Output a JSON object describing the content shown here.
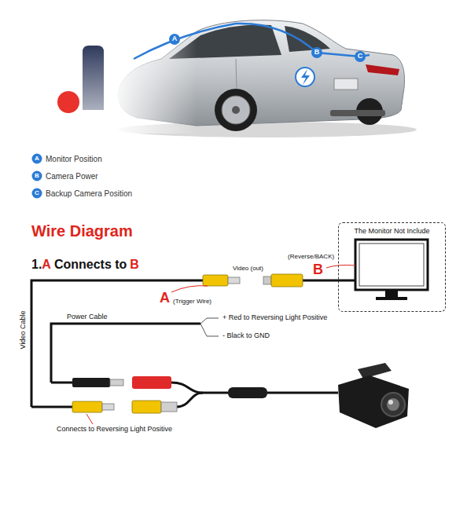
{
  "diagram": {
    "title": "Wire Diagram",
    "nodes": [
      {
        "text": [
          "The Monitor Not Include"
        ]
      }
    ],
    "labels": [
      "A",
      "B",
      "C",
      "A",
      "B",
      "C",
      "1.",
      "A",
      "Connects to",
      "B",
      "(Reverse/BACK)",
      "B",
      "Video (out)",
      "A",
      "(Trigger Wire)",
      "Power Cable",
      "+ Red to Reversing Light Positive",
      "- Black to GND",
      "Video Cable",
      "Connects to Reversing Light Positive"
    ],
    "legend": [
      {
        "text": "Monitor Position",
        "color": "#2b7bd6"
      },
      {
        "text": "Camera Power",
        "color": "#2b7bd6"
      },
      {
        "text": "Backup Camera Position",
        "color": "#2b7bd6"
      }
    ]
  }
}
